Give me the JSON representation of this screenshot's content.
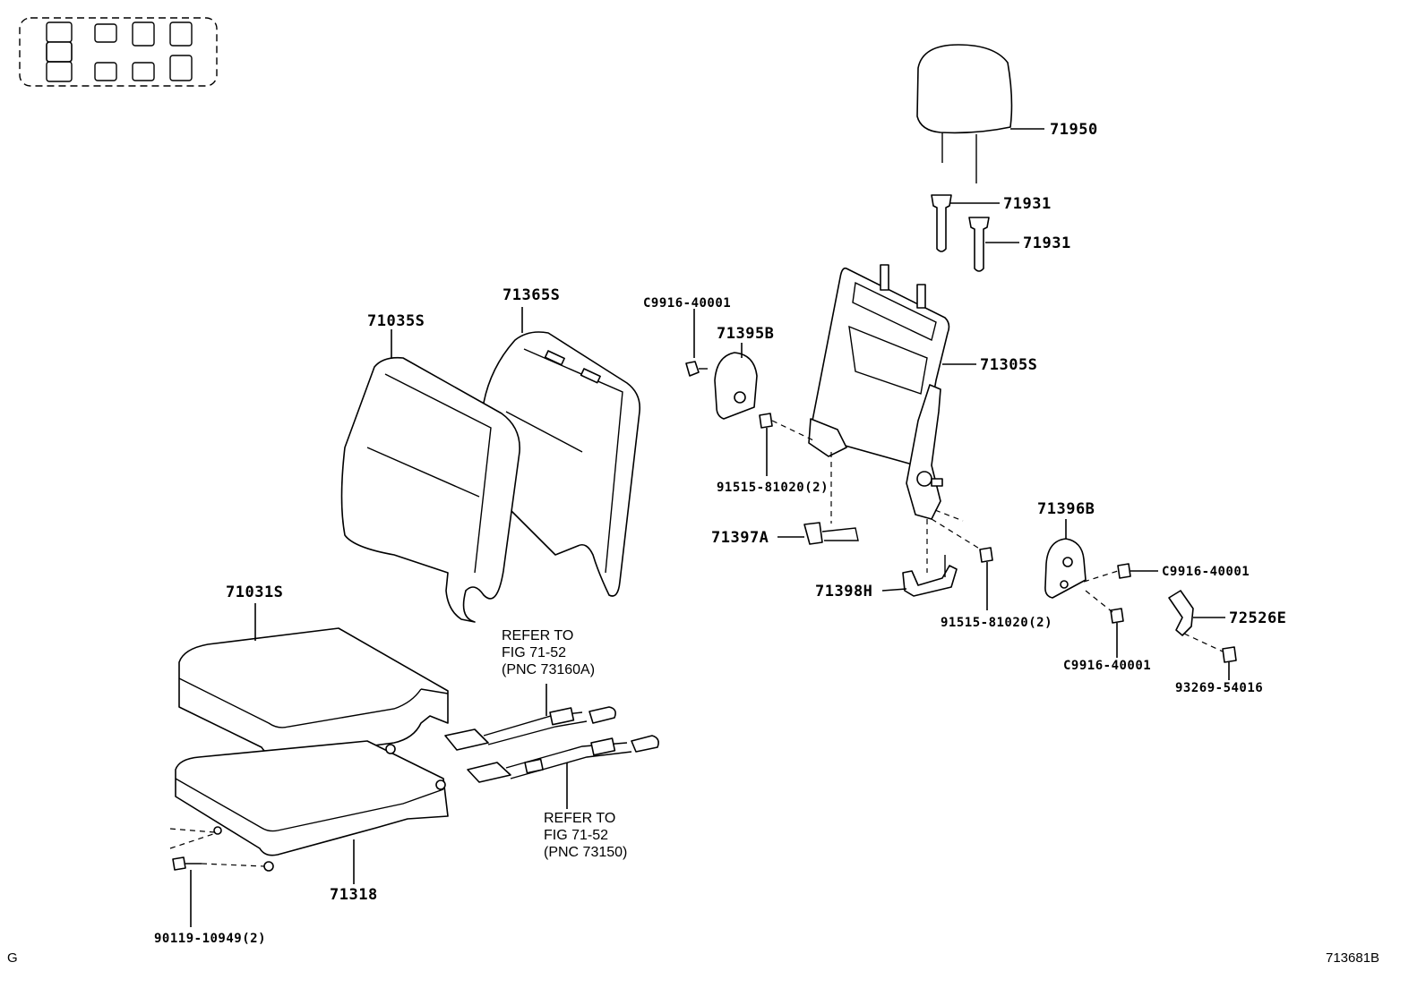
{
  "diagram": {
    "parts": {
      "headrest": "71950",
      "headrest_guide_1": "71931",
      "headrest_guide_2": "71931",
      "seatback_pad_cover": "71365S",
      "seatback_cover": "71035S",
      "seatback_frame": "71305S",
      "clip_upper": "C9916-40001",
      "hinge_cover_left": "71395B",
      "bolt_left": "91515-81020(2)",
      "lock_cover": "71397A",
      "release_cover": "71398H",
      "bolt_right": "91515-81020(2)",
      "hinge_cover_right": "71396B",
      "clip_right": "C9916-40001",
      "clip_lower": "C9916-40001",
      "handle_bracket": "72526E",
      "screw": "93269-54016",
      "cushion_cover": "71031S",
      "cushion_frame": "71318",
      "cushion_bolt": "90119-10949(2)"
    },
    "refer_1": [
      "REFER TO",
      "FIG 71-52",
      "(PNC 73160A)"
    ],
    "refer_2": [
      "REFER TO",
      "FIG 71-52",
      "(PNC 73150)"
    ],
    "corner_left": "G",
    "corner_right": "713681B"
  }
}
